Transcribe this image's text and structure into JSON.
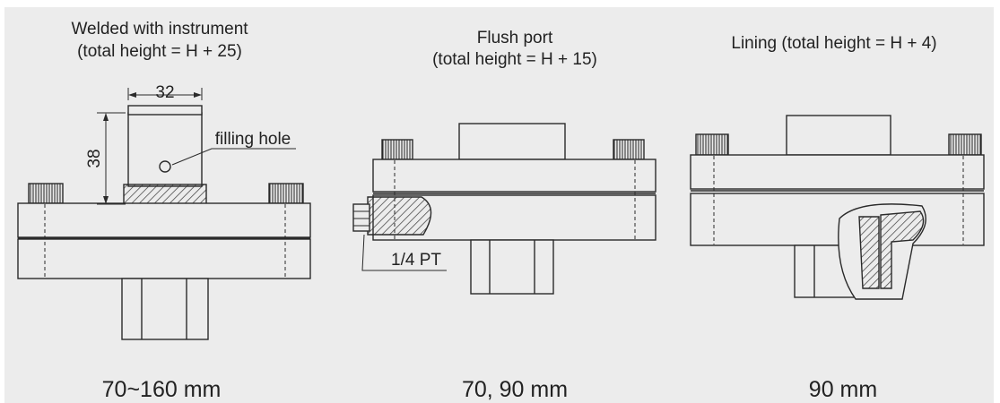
{
  "colors": {
    "background": "#ececec",
    "line": "#2a2a2a",
    "hatch": "#3a3a3a"
  },
  "diagrams": [
    {
      "id": "welded",
      "title_line1": "Welded with instrument",
      "title_line2": "(total height = H + 25)",
      "size_label": "70~160 mm",
      "dimension_width": "32",
      "dimension_height": "38",
      "callout": "filling hole"
    },
    {
      "id": "flush",
      "title_line1": "Flush port",
      "title_line2": "(total height = H + 15)",
      "size_label": "70, 90 mm",
      "callout": "1/4 PT"
    },
    {
      "id": "lining",
      "title_line1": "Lining (total height = H + 4)",
      "size_label": "90 mm"
    }
  ]
}
